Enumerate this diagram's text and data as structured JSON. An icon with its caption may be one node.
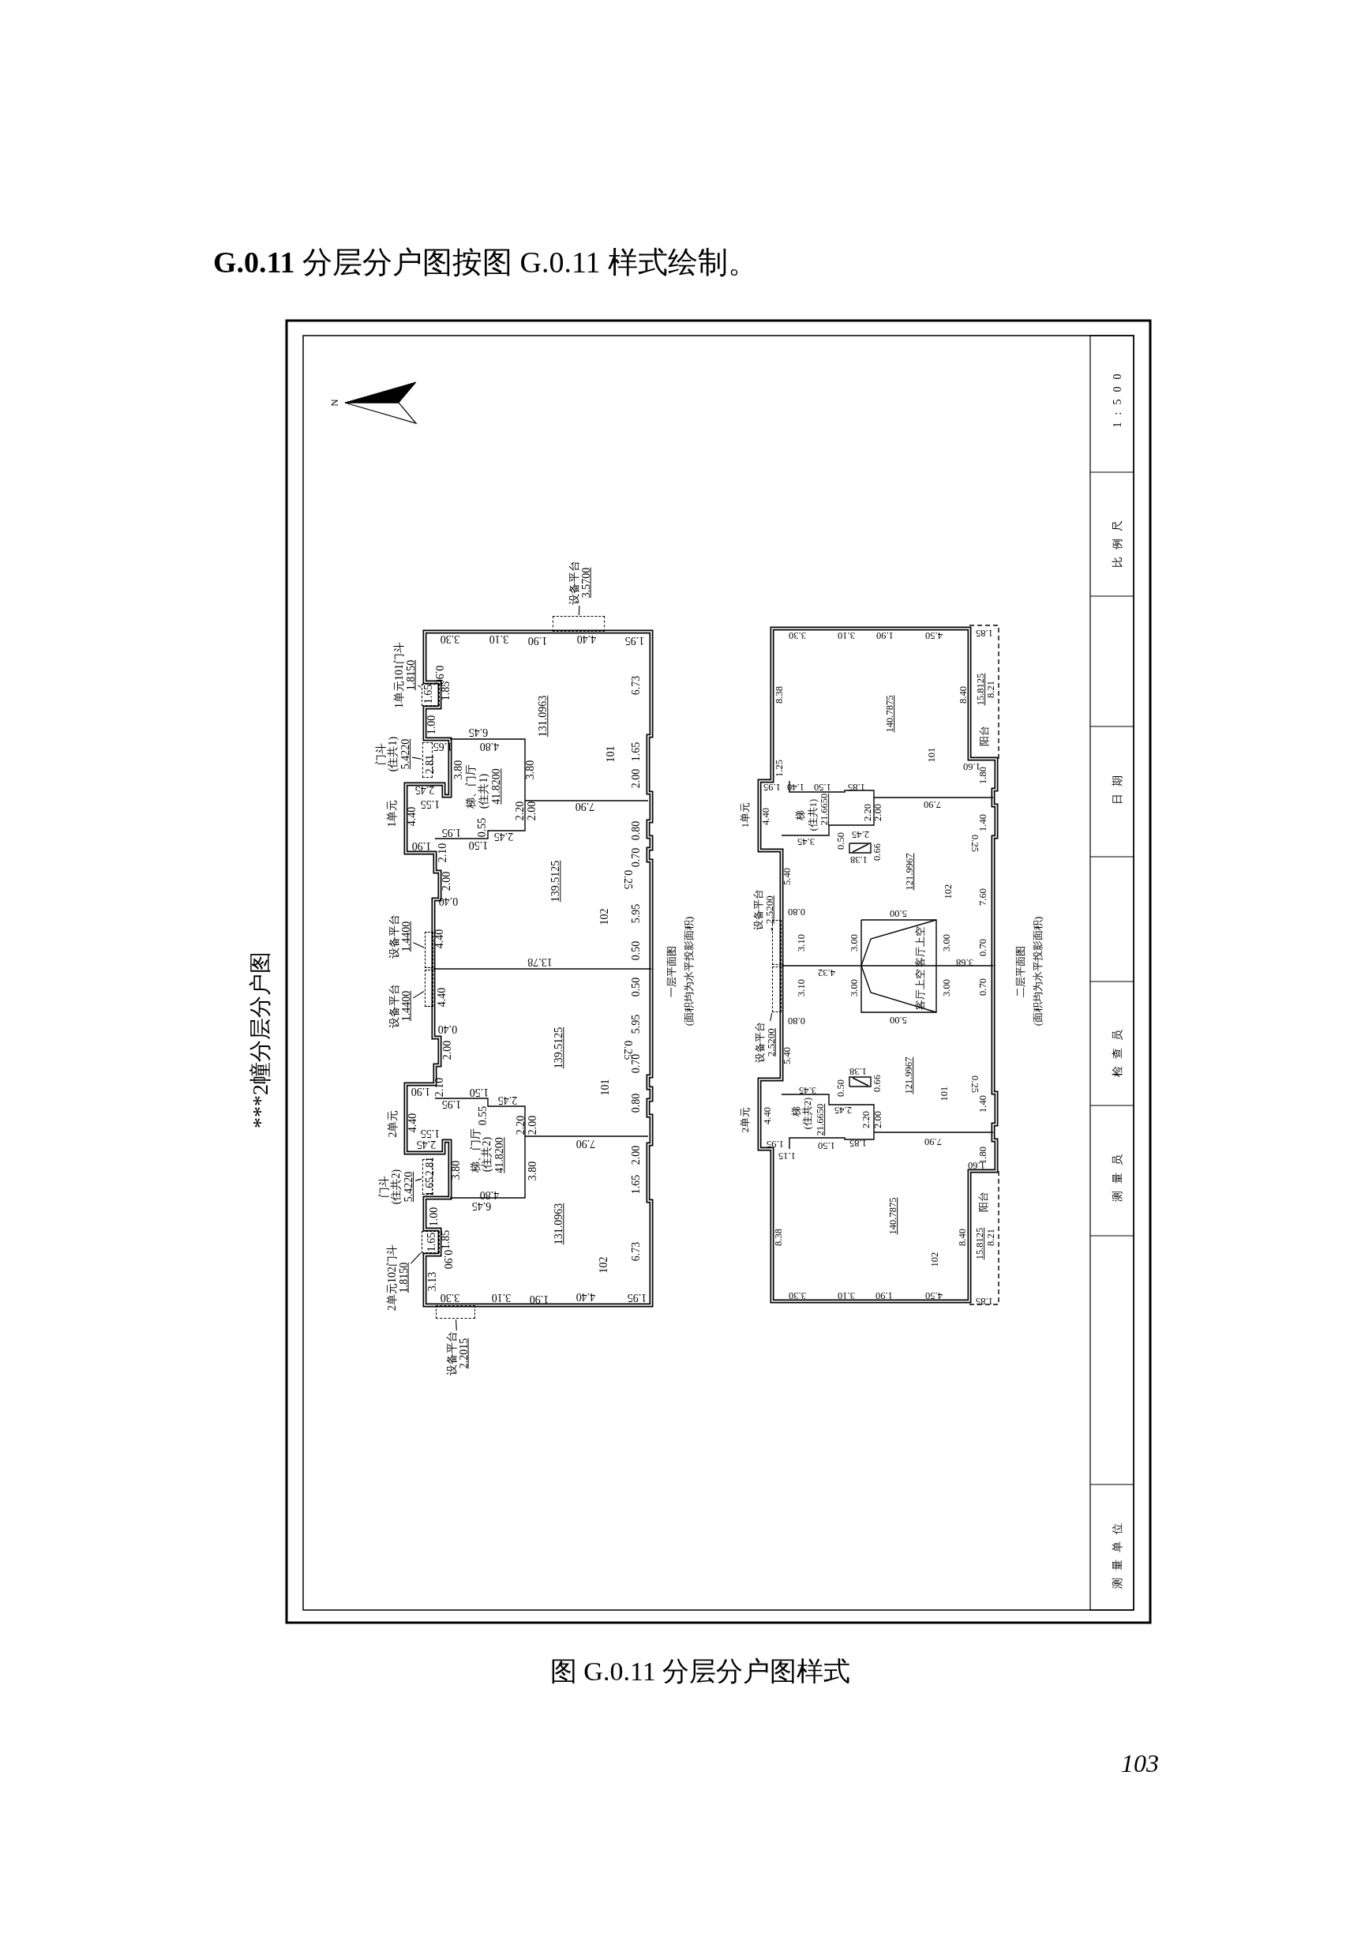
{
  "diagram": {
    "title": "**G.0.11** 分层分户图按图 G.0.11 样式绘制。",
    "caption": "图 G.0.11 分层分户图样式",
    "nodes": [
      {
        "text": [
          "设备平台",
          "3.5700"
        ]
      },
      {
        "text": [
          "1单元101门斗",
          "1.8150"
        ]
      },
      {
        "text": [
          "门斗",
          "(住共1)",
          "5.4220"
        ]
      },
      {
        "text": [
          "设备平台",
          "1.4400"
        ]
      },
      {
        "text": [
          "设备平台",
          "1.4400"
        ]
      },
      {
        "text": [
          "门斗",
          "(住共2)",
          "5.4220"
        ]
      },
      {
        "text": [
          "2单元102门斗",
          "1.8150"
        ]
      },
      {
        "text": [
          "设备平台",
          "2.2015"
        ]
      },
      {
        "text": [
          "设备平台",
          "2.5200"
        ]
      },
      {
        "text": [
          "设备平台",
          "2.5200"
        ]
      },
      {
        "text": [],
        "shape": "box"
      },
      {
        "text": [],
        "shape": "box"
      },
      {
        "text": [],
        "shape": "box"
      },
      {
        "text": [],
        "shape": "box"
      },
      {
        "text": [],
        "shape": "box"
      },
      {
        "text": [],
        "shape": "box"
      },
      {
        "text": [],
        "shape": "box"
      },
      {
        "text": [],
        "shape": "box"
      },
      {
        "text": [],
        "shape": "box"
      },
      {
        "text": [],
        "shape": "box"
      }
    ],
    "edges": [
      {
        "from": 0,
        "to": 10,
        "arrow": "none"
      },
      {
        "from": 1,
        "to": 11,
        "arrow": "none"
      },
      {
        "from": 2,
        "to": 12,
        "arrow": "none"
      },
      {
        "from": 3,
        "to": 13,
        "arrow": "none"
      },
      {
        "from": 4,
        "to": 14,
        "arrow": "none"
      },
      {
        "from": 5,
        "to": 15,
        "arrow": "none"
      },
      {
        "from": 6,
        "to": 16,
        "arrow": "none"
      },
      {
        "from": 7,
        "to": 17,
        "arrow": "none"
      },
      {
        "from": 8,
        "to": 18,
        "arrow": "none"
      },
      {
        "from": 9,
        "to": 19,
        "arrow": "none"
      }
    ],
    "labels": [
      "***2幢分层分户图",
      "N",
      "3.30",
      "3.10",
      "1.90",
      "4.40",
      "1.95",
      "0.90",
      "1.65",
      "1.85",
      "1.00",
      "6.45",
      "4.80",
      "131.0963",
      "6.73",
      "1.65",
      "2.00",
      "101",
      "1.65",
      "2.81",
      "1.55",
      "2.45",
      "3.80",
      "3.80",
      "1单元",
      "4.40",
      "梯、门厅",
      "(住共1)",
      "41.8200",
      "2.20",
      "2.00",
      "7.90",
      "0.55",
      "1.95",
      "2.45",
      "1.90",
      "1.50",
      "2.10",
      "0.80",
      "0.70",
      "2.00",
      "0.40",
      "139.5125",
      "0.25",
      "102",
      "5.95",
      "4.40",
      "0.50",
      "13.78",
      "0.50",
      "4.40",
      "0.40",
      "5.95",
      "139.5125",
      "2.00",
      "0.25",
      "0.70",
      "2.10",
      "1.90",
      "1.50",
      "101",
      "1.95",
      "2.45",
      "0.80",
      "0.55",
      "2单元",
      "4.40",
      "2.20",
      "2.00",
      "梯、门厅",
      "(住共2)",
      "41.8200",
      "2.45",
      "7.90",
      "1.55",
      "3.80",
      "3.80",
      "2.00",
      "2.81",
      "1.65",
      "4.80",
      "6.45",
      "1.65",
      "131.0963",
      "1.00",
      "1.65",
      "1.85",
      "3.13",
      "0.90",
      "6.73",
      "102",
      "3.30",
      "3.10",
      "1.90",
      "4.40",
      "1.95",
      "一层平面图",
      "(面积均为水平投影面积)",
      "3.30",
      "3.10",
      "1.90",
      "4.50",
      "1.85",
      "8.38",
      "140.7875",
      "8.40",
      "15.8125",
      "8.21",
      "阳台",
      "101",
      "1.25",
      "1.60",
      "1.80",
      "1.95",
      "1.40",
      "1.50",
      "1.85",
      "1单元",
      "4.40",
      "梯",
      "(住共1)",
      "21.6650",
      "2.20",
      "2.00",
      "7.90",
      "2.45",
      "3.45",
      "0.50",
      "0.66",
      "1.38",
      "1.40",
      "0.25",
      "5.40",
      "121.9967",
      "102",
      "7.60",
      "0.80",
      "5.00",
      "3.10",
      "3.00",
      "客厅上空",
      "3.00",
      "3.68",
      "0.70",
      "4.32",
      "3.10",
      "3.00",
      "客厅上空",
      "3.00",
      "0.70",
      "0.80",
      "5.00",
      "二层平面图",
      "(面积均为水平投影面积)",
      "5.40",
      "121.9967",
      "1.38",
      "0.50",
      "0.66",
      "0.25",
      "101",
      "3.45",
      "2单元",
      "4.40",
      "梯",
      "(住共2)",
      "21.6650",
      "2.45",
      "2.20",
      "2.00",
      "1.40",
      "1.95",
      "1.50",
      "1.85",
      "7.90",
      "1.15",
      "1.80",
      "1.60",
      "阳台",
      "140.7875",
      "8.38",
      "8.40",
      "15.8125",
      "8.21",
      "102",
      "3.30",
      "3.10",
      "1.90",
      "4.50",
      "1.85",
      "1:500",
      "比例尺",
      "日期",
      "检查员",
      "测量员",
      "测量单位",
      "103"
    ]
  }
}
